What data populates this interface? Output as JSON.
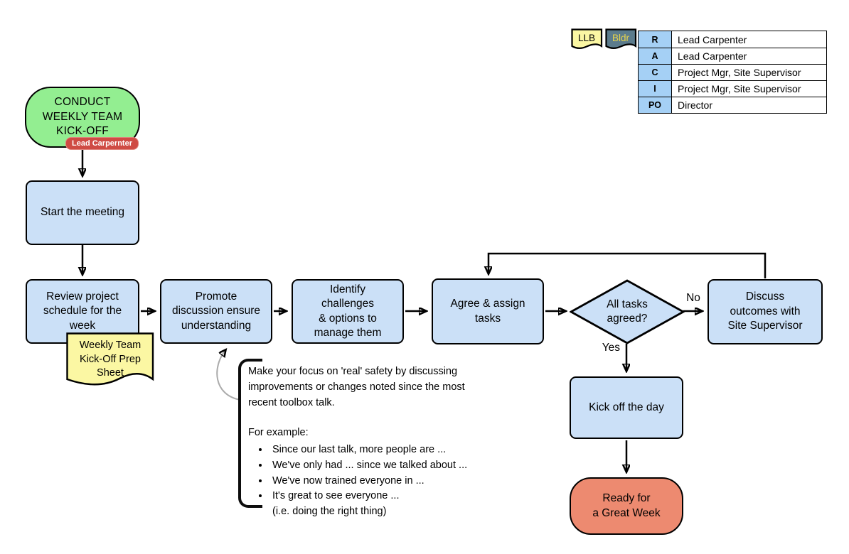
{
  "palette": {
    "box_fill": "#CBE0F7",
    "start_fill": "#93EE91",
    "end_fill": "#ED8A70",
    "doc_fill": "#FBF7A3",
    "table_key_fill": "#A5D0F5",
    "badge_fill": "#CF4B44",
    "tag2_fill": "#5B7B8C",
    "tag2_text": "#E8D44D"
  },
  "header": {
    "tags": [
      {
        "label": "LLB"
      },
      {
        "label": "Bldr"
      }
    ],
    "raci_table": {
      "rows": [
        {
          "key": "R",
          "value": "Lead Carpenter"
        },
        {
          "key": "A",
          "value": "Lead Carpenter"
        },
        {
          "key": "C",
          "value": "Project Mgr, Site Supervisor"
        },
        {
          "key": "I",
          "value": "Project Mgr, Site Supervisor"
        },
        {
          "key": "PO",
          "value": "Director"
        }
      ]
    }
  },
  "flow": {
    "start": {
      "label": "CONDUCT\nWEEKLY TEAM\nKICK-OFF",
      "badge": "Lead Carpernter"
    },
    "nodes": {
      "start_meeting": "Start the meeting",
      "review_schedule": "Review project\nschedule for the\nweek",
      "promote_discussion": "Promote\ndiscussion ensure\nunderstanding",
      "identify_challenges": "Identify\nchallenges\n& options to\nmanage them",
      "agree_assign": "Agree & assign\ntasks",
      "decision": "All tasks\nagreed?",
      "discuss_outcomes": "Discuss\noutcomes with\nSite Supervisor",
      "kick_off_day": "Kick off the day",
      "end": "Ready for\na Great Week"
    },
    "document": "Weekly Team\nKick-Off Prep\nSheet",
    "edge_labels": {
      "no": "No",
      "yes": "Yes"
    }
  },
  "note": {
    "paragraph": "Make your focus on 'real' safety by discussing improvements or changes noted since the most recent toolbox talk.",
    "example_heading": "For example:",
    "bullets": [
      "Since our last talk, more people are ...",
      "We've only had ... since we talked about ...",
      "We've now trained everyone in ...",
      "It's great to see everyone ..."
    ],
    "bullet_continuation": "(i.e. doing the right thing)"
  }
}
